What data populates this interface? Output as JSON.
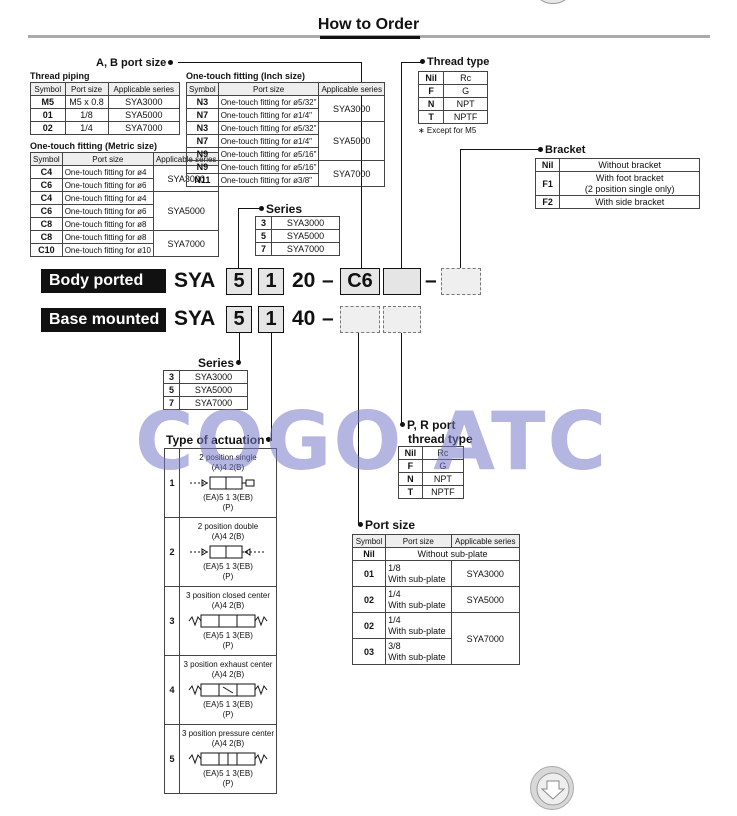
{
  "title": "How to Order",
  "ab_port": {
    "heading": "A, B port size",
    "thread_piping": {
      "heading": "Thread piping",
      "cols": [
        "Symbol",
        "Port size",
        "Applicable series"
      ],
      "rows": [
        [
          "M5",
          "M5 x 0.8",
          "SYA3000"
        ],
        [
          "01",
          "1/8",
          "SYA5000"
        ],
        [
          "02",
          "1/4",
          "SYA7000"
        ]
      ]
    },
    "metric": {
      "heading": "One-touch fitting (Metric size)",
      "cols": [
        "Symbol",
        "Port size",
        "Applicable series"
      ],
      "rows": [
        [
          "C4",
          "One-touch fitting for ø4"
        ],
        [
          "C6",
          "One-touch fitting for ø6"
        ],
        [
          "C4",
          "One-touch fitting for ø4"
        ],
        [
          "C6",
          "One-touch fitting for ø6"
        ],
        [
          "C8",
          "One-touch fitting for ø8"
        ],
        [
          "C8",
          "One-touch fitting for ø8"
        ],
        [
          "C10",
          "One-touch fitting for ø10"
        ]
      ],
      "series": [
        "SYA3000",
        "SYA5000",
        "SYA7000"
      ]
    },
    "inch": {
      "heading": "One-touch fitting (Inch size)",
      "cols": [
        "Symbol",
        "Port size",
        "Applicable series"
      ],
      "rows": [
        [
          "N3",
          "One-touch fitting for ø5/32\""
        ],
        [
          "N7",
          "One-touch fitting for ø1/4\""
        ],
        [
          "N3",
          "One-touch fitting for ø5/32\""
        ],
        [
          "N7",
          "One-touch fitting for ø1/4\""
        ],
        [
          "N9",
          "One-touch fitting for ø5/16\""
        ],
        [
          "N9",
          "One-touch fitting for ø5/16\""
        ],
        [
          "N11",
          "One-touch fitting for ø3/8\""
        ]
      ],
      "series": [
        "SYA3000",
        "SYA5000",
        "SYA7000"
      ]
    }
  },
  "thread_type": {
    "heading": "Thread type",
    "rows": [
      [
        "Nil",
        "Rc"
      ],
      [
        "F",
        "G"
      ],
      [
        "N",
        "NPT"
      ],
      [
        "T",
        "NPTF"
      ]
    ],
    "note": "∗ Except for M5"
  },
  "bracket": {
    "heading": "Bracket",
    "rows": [
      [
        "Nil",
        "Without bracket"
      ],
      [
        "F1",
        "With foot bracket",
        "(2 position single only)"
      ],
      [
        "F2",
        "With side bracket"
      ]
    ]
  },
  "series_top": {
    "heading": "Series",
    "rows": [
      [
        "3",
        "SYA3000"
      ],
      [
        "5",
        "SYA5000"
      ],
      [
        "7",
        "SYA7000"
      ]
    ]
  },
  "body_ported": {
    "label": "Body ported",
    "prefix": "SYA",
    "box1": "5",
    "box2": "1",
    "suffix": "20",
    "dash": "–",
    "box3": "C6",
    "dash2": "–"
  },
  "base_mounted": {
    "label": "Base mounted",
    "prefix": "SYA",
    "box1": "5",
    "box2": "1",
    "suffix": "40",
    "dash": "–"
  },
  "series_bottom": {
    "heading": "Series",
    "rows": [
      [
        "3",
        "SYA3000"
      ],
      [
        "5",
        "SYA5000"
      ],
      [
        "7",
        "SYA7000"
      ]
    ]
  },
  "actuation": {
    "heading": "Type of actuation",
    "rows": [
      {
        "num": "1",
        "name": "2 position single"
      },
      {
        "num": "2",
        "name": "2 position double"
      },
      {
        "num": "3",
        "name": "3 position closed center"
      },
      {
        "num": "4",
        "name": "3 position exhaust center"
      },
      {
        "num": "5",
        "name": "3 position pressure center"
      }
    ],
    "port_top": "(A)4    2(B)",
    "port_bottom": "(EA)5  1  3(EB)",
    "port_p": "(P)"
  },
  "pr_port": {
    "heading1": "P, R port",
    "heading2": "thread type",
    "rows": [
      [
        "Nil",
        "Rc"
      ],
      [
        "F",
        "G"
      ],
      [
        "N",
        "NPT"
      ],
      [
        "T",
        "NPTF"
      ]
    ]
  },
  "port_size": {
    "heading": "Port size",
    "cols": [
      "Symbol",
      "Port size",
      "Applicable series"
    ],
    "nil_row": [
      "Nil",
      "Without sub-plate"
    ],
    "rows": [
      [
        "01",
        "1/8",
        "With sub-plate",
        "SYA3000"
      ],
      [
        "02",
        "1/4",
        "With sub-plate",
        "SYA5000"
      ],
      [
        "02",
        "1/4",
        "With sub-plate",
        "SYA7000"
      ],
      [
        "03",
        "3/8",
        "With sub-plate",
        ""
      ]
    ]
  },
  "watermark": "COGO ATC"
}
